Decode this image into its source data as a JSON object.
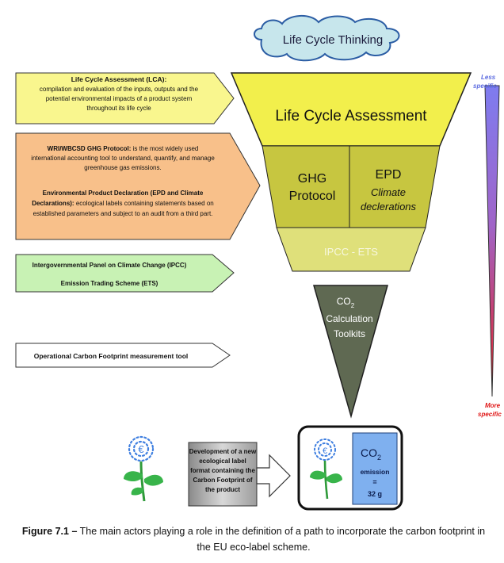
{
  "figure": {
    "cloud_label": "Life Cycle Thinking",
    "funnel": {
      "lca_label": "Life Cycle Assessment",
      "ghg_label_line1": "GHG",
      "ghg_label_line2": "Protocol",
      "epd_label": "EPD",
      "epd_sub_line1": "Climate",
      "epd_sub_line2": "declerations",
      "ipcc_label": "IPCC - ETS"
    },
    "toolkit": {
      "line1": "CO",
      "line1_sub": "2",
      "line2": "Calculation",
      "line3": "Toolkits"
    },
    "arrows": {
      "lca_title": "Life Cycle Assessment (LCA):",
      "lca_line1": "compilation and evaluation of the inputs, outputs and the",
      "lca_line2": "potential environmental impacts of a product system",
      "lca_line3": "throughout its life cycle",
      "ghg_title": "WRI/WBCSD GHG Protocol:",
      "ghg_line1_rest": " is the most widely used",
      "ghg_line2": "international accounting tool  to understand, quantify, and manage",
      "ghg_line3": "greenhouse gas emissions.",
      "epd_title1": "Environmental Product Declaration (EPD and Climate",
      "epd_title2": "Declarations):",
      "epd_line2_rest": " ecological labels containing statements based on",
      "epd_line3": "established  parameters and subject to an audit from a third part.",
      "ipcc_line1": "Intergovernmental Panel on Climate Change (IPCC)",
      "ipcc_line2": "Emission Trading Scheme (ETS)",
      "ocf_label": "Operational Carbon Footprint measurement tool"
    },
    "scale": {
      "top_line1": "Less",
      "top_line2": "specific",
      "bottom_line1": "More",
      "bottom_line2": "specific"
    },
    "bottom": {
      "dev_line1": "Development of a new",
      "dev_line2": "ecological label",
      "dev_line3": "format containing the",
      "dev_line4": "Carbon Footprint of",
      "dev_line5": "the product",
      "co2_label": "CO",
      "co2_sub": "2",
      "emission_label": "emission",
      "equals": "=",
      "amount": "32 g"
    }
  },
  "caption": {
    "label": "Figure 7.1 –",
    "line1": " The main actors playing a role in the definition of a path to incorporate the carbon footprint in",
    "line2": "the EU eco-label scheme."
  },
  "colors": {
    "lca_yellow": "#f2ef4c",
    "ghg_green": "#c7c640",
    "ipcc_green": "#dfe07a",
    "arrow_orange": "#f8c08a",
    "arrow_green": "#c8f2b4",
    "arrow_yellow": "#f9f68e",
    "toolkit_grey": "#5f6952",
    "cloud_blue": "#c7e6ec",
    "co2_box": "#7fb0ef"
  }
}
